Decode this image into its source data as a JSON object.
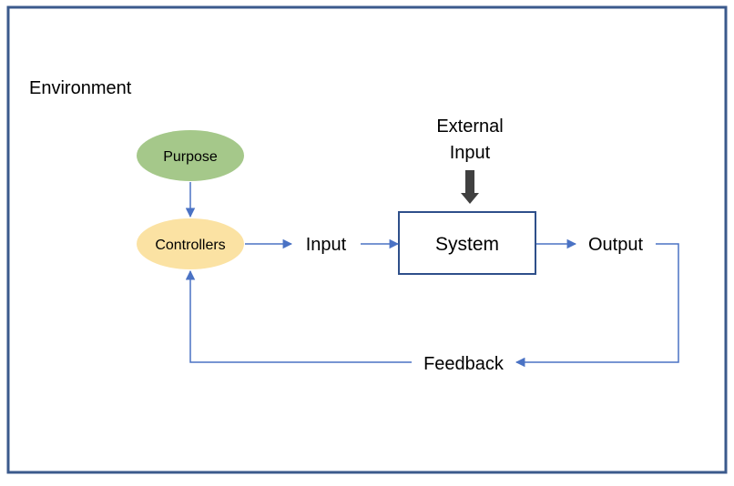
{
  "environment": {
    "label": "Environment",
    "border_color": "#3b5a8c"
  },
  "nodes": {
    "purpose": {
      "label": "Purpose",
      "color": "#a5c88a"
    },
    "controllers": {
      "label": "Controllers",
      "color": "#fbe2a3"
    },
    "input": {
      "label": "Input"
    },
    "system": {
      "label": "System",
      "border_color": "#2e4f8a"
    },
    "output": {
      "label": "Output"
    },
    "feedback": {
      "label": "Feedback"
    },
    "external_input": {
      "label_line1": "External",
      "label_line2": "Input",
      "arrow_color": "#404040"
    }
  },
  "edges": [
    {
      "from": "Purpose",
      "to": "Controllers"
    },
    {
      "from": "Controllers",
      "to": "Input"
    },
    {
      "from": "Input",
      "to": "System"
    },
    {
      "from": "External Input",
      "to": "System"
    },
    {
      "from": "System",
      "to": "Output"
    },
    {
      "from": "Output",
      "to": "Feedback"
    },
    {
      "from": "Feedback",
      "to": "Controllers"
    }
  ],
  "colors": {
    "arrow": "#4a72c4"
  }
}
